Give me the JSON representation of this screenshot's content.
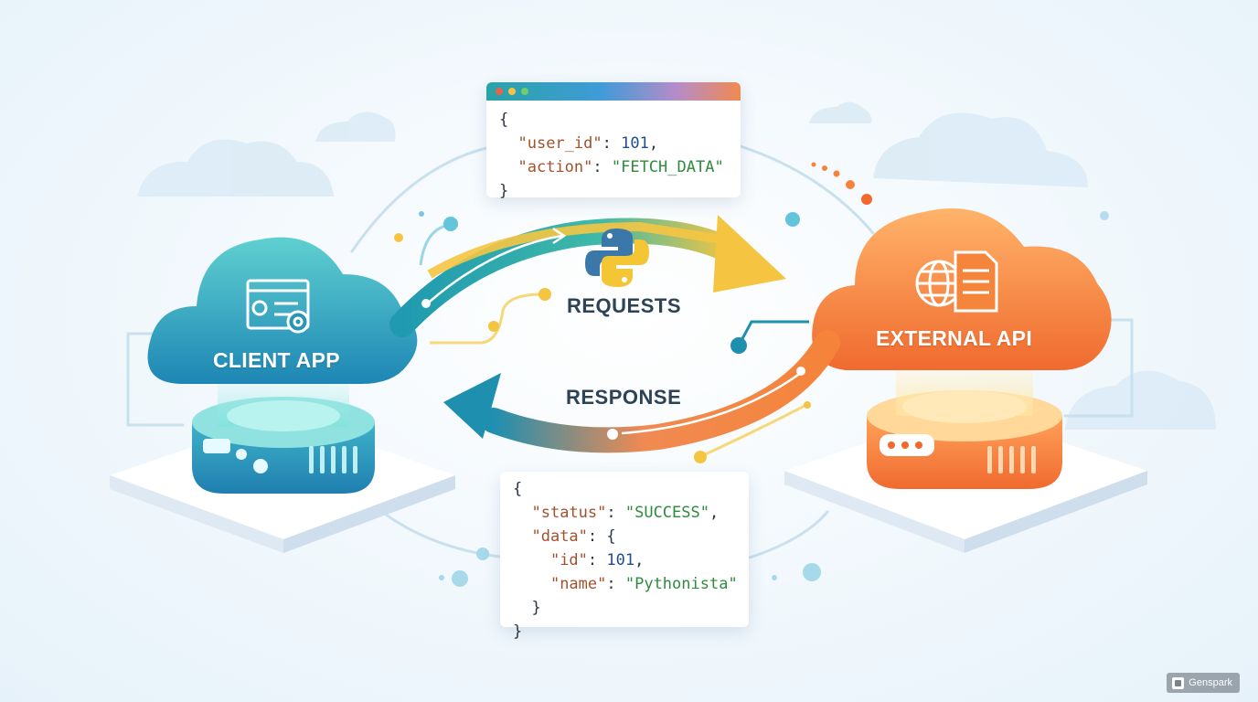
{
  "client": {
    "label": "CLIENT APP",
    "color": "#2aa3b8"
  },
  "server": {
    "label": "EXTERNAL API",
    "color": "#f5843a"
  },
  "flows": {
    "request_label": "REQUESTS",
    "response_label": "RESPONSE"
  },
  "request_payload": {
    "open": "{",
    "key1": "\"user_id\"",
    "val1": "101",
    "key2": "\"action\"",
    "val2": "\"FETCH_DATA\"",
    "close": "}"
  },
  "response_payload": {
    "open": "{",
    "key_status": "\"status\"",
    "val_status": "\"SUCCESS\"",
    "key_data": "\"data\"",
    "data_open": "{",
    "key_id": "\"id\"",
    "val_id": "101",
    "key_name": "\"name\"",
    "val_name": "\"Pythonista\"",
    "data_close": "}",
    "close": "}"
  },
  "icons": {
    "client": "monitor-gear-icon",
    "server": "globe-document-icon",
    "middle": "python-logo-icon"
  },
  "watermark": "Genspark"
}
